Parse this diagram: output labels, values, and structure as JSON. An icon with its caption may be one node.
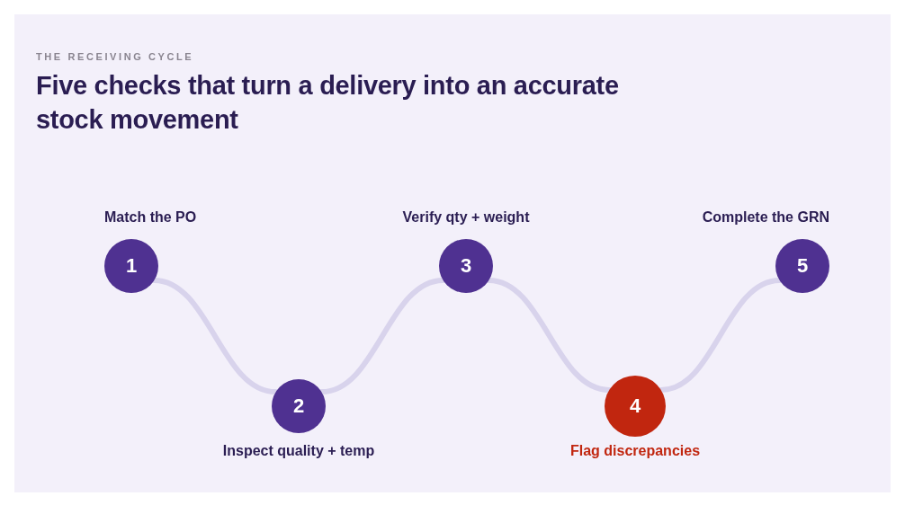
{
  "diagram": {
    "title": "Five checks that turn a delivery into an accurate stock movement",
    "nodes": [
      {
        "text": [
          "1"
        ],
        "beside": [
          "Match the PO"
        ]
      },
      {
        "text": [
          "2"
        ],
        "beside": [
          "Inspect quality + temp"
        ]
      },
      {
        "text": [
          "3"
        ],
        "beside": [
          "Verify qty + weight"
        ]
      },
      {
        "text": [
          "4"
        ],
        "beside": [
          "Flag discrepancies"
        ]
      },
      {
        "text": [
          "5"
        ],
        "beside": [
          "Complete the GRN"
        ]
      }
    ],
    "edges": [
      {
        "from": 0,
        "to": 1,
        "arrow": "none"
      },
      {
        "from": 1,
        "to": 2,
        "arrow": "none"
      },
      {
        "from": 2,
        "to": 3,
        "arrow": "none"
      },
      {
        "from": 3,
        "to": 4,
        "arrow": "none"
      }
    ],
    "labels": [
      "THE RECEIVING CYCLE"
    ]
  }
}
